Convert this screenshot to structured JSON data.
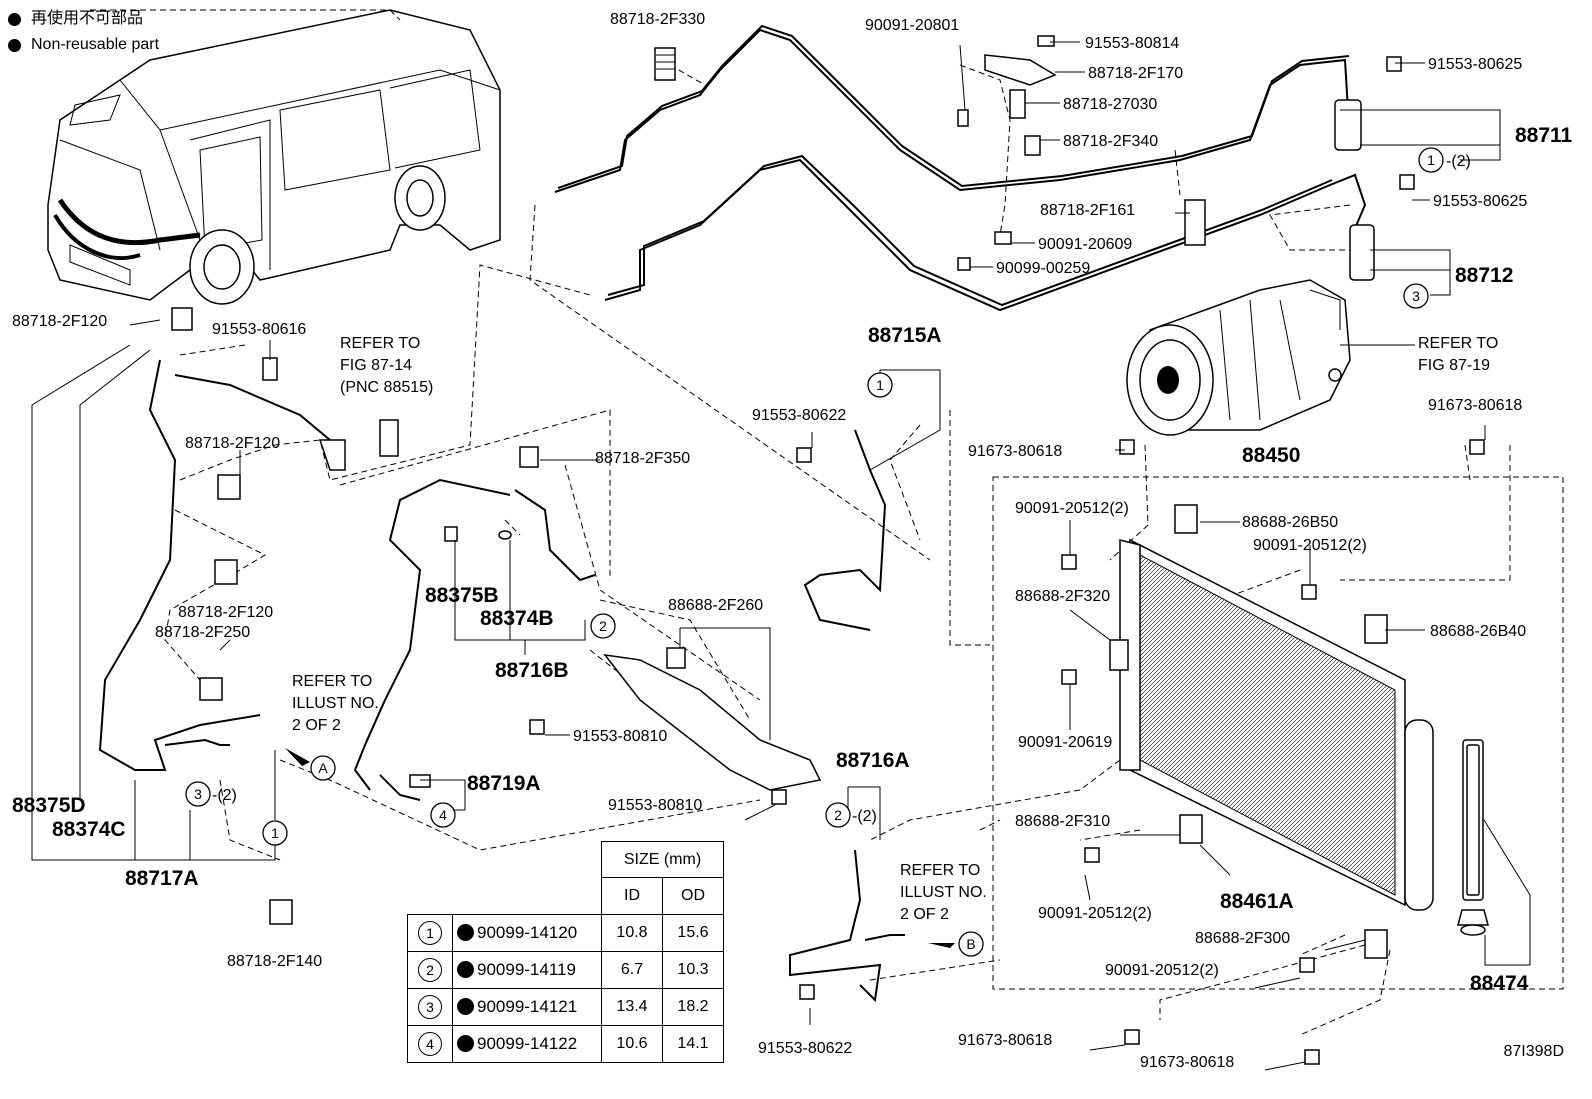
{
  "legend": {
    "non_reusable_cn": "再使用不可部品",
    "non_reusable_en": "Non-reusable part"
  },
  "parts": {
    "p88718_2F330": "88718-2F330",
    "p90091_20801": "90091-20801",
    "p91553_80814": "91553-80814",
    "p91553_80625_a": "91553-80625",
    "p88718_2F170": "88718-2F170",
    "p88718_27030": "88718-27030",
    "p88711": "88711",
    "p88718_2F340": "88718-2F340",
    "p91553_80625_b": "91553-80625",
    "p88718_2F161": "88718-2F161",
    "p90091_20609": "90091-20609",
    "p88712": "88712",
    "p90099_00259": "90099-00259",
    "p88718_2F120_a": "88718-2F120",
    "p91553_80616": "91553-80616",
    "p88715A": "88715A",
    "p91553_80622_a": "91553-80622",
    "p91673_80618_a": "91673-80618",
    "p91673_80618_b": "91673-80618",
    "p88450": "88450",
    "p88718_2F120_b": "88718-2F120",
    "p88718_2F350": "88718-2F350",
    "p90091_20512_a": "90091-20512(2)",
    "p88688_26B50": "88688-26B50",
    "p90091_20512_b": "90091-20512(2)",
    "p88375B": "88375B",
    "p88374B": "88374B",
    "p88716B": "88716B",
    "p88718_2F120_c": "88718-2F120",
    "p88718_2F250": "88718-2F250",
    "p88688_2F260": "88688-2F260",
    "p88688_2F320": "88688-2F320",
    "p88688_26B40": "88688-26B40",
    "p91553_80810_a": "91553-80810",
    "p90091_20619": "90091-20619",
    "p88719A": "88719A",
    "p88375D": "88375D",
    "p88374C": "88374C",
    "p88716A": "88716A",
    "p91553_80810_b": "91553-80810",
    "p88688_2F310": "88688-2F310",
    "p88717A": "88717A",
    "p90091_20512_c": "90091-20512(2)",
    "p88461A": "88461A",
    "p88718_2F140": "88718-2F140",
    "p88688_2F300": "88688-2F300",
    "p90091_20512_d": "90091-20512(2)",
    "p88474": "88474",
    "p91553_80622_b": "91553-80622",
    "p91673_80618_c": "91673-80618",
    "p91673_80618_d": "91673-80618"
  },
  "refs": {
    "refer_to": "REFER TO",
    "fig_87_14": "FIG 87-14",
    "pnc_88515": "(PNC 88515)",
    "fig_87_19": "FIG 87-19",
    "illust_no": "ILLUST NO.",
    "two_of_two": "2 OF 2",
    "a": "A",
    "b": "B"
  },
  "oring_callouts": {
    "one": "1",
    "two": "2",
    "three": "3",
    "four": "4",
    "qty2": "-(2)"
  },
  "size_table": {
    "title": "SIZE (mm)",
    "col_id": "ID",
    "col_od": "OD",
    "rows": [
      {
        "no": "1",
        "pn": "90099-14120",
        "id": "10.8",
        "od": "15.6"
      },
      {
        "no": "2",
        "pn": "90099-14119",
        "id": "6.7",
        "od": "10.3"
      },
      {
        "no": "3",
        "pn": "90099-14121",
        "id": "13.4",
        "od": "18.2"
      },
      {
        "no": "4",
        "pn": "90099-14122",
        "id": "10.6",
        "od": "14.1"
      }
    ]
  },
  "figure_id": "87I398D"
}
